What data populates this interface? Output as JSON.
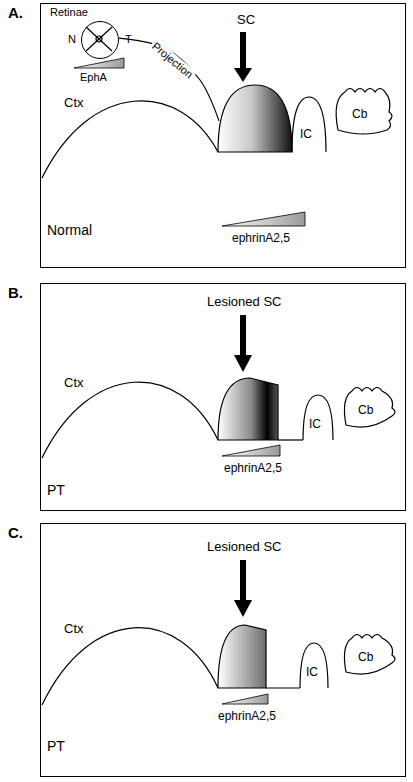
{
  "diagram": {
    "nodes": [
      {
        "text": [
          "A."
        ]
      },
      {
        "text": [
          "Retinae",
          "N",
          "T"
        ],
        "in": 0
      },
      {
        "text": [
          "SC"
        ],
        "in": 0
      },
      {
        "text": [
          "B."
        ]
      },
      {
        "text": [
          "Lesioned SC"
        ],
        "in": 3
      },
      {
        "text": [
          "C."
        ]
      },
      {
        "text": [
          "Lesioned SC"
        ],
        "in": 5
      }
    ],
    "edges": [
      {
        "from": 1,
        "to": 2,
        "arrow": "none",
        "label": "Projection"
      }
    ],
    "labels": [
      "EphA",
      "Ctx",
      "IC",
      "Cb",
      "Normal",
      "ephrinA2,5",
      "Ctx",
      "IC",
      "Cb",
      "PT",
      "ephrinA2,5",
      "Ctx",
      "IC",
      "Cb",
      "PT",
      "ephrinA2,5"
    ]
  }
}
